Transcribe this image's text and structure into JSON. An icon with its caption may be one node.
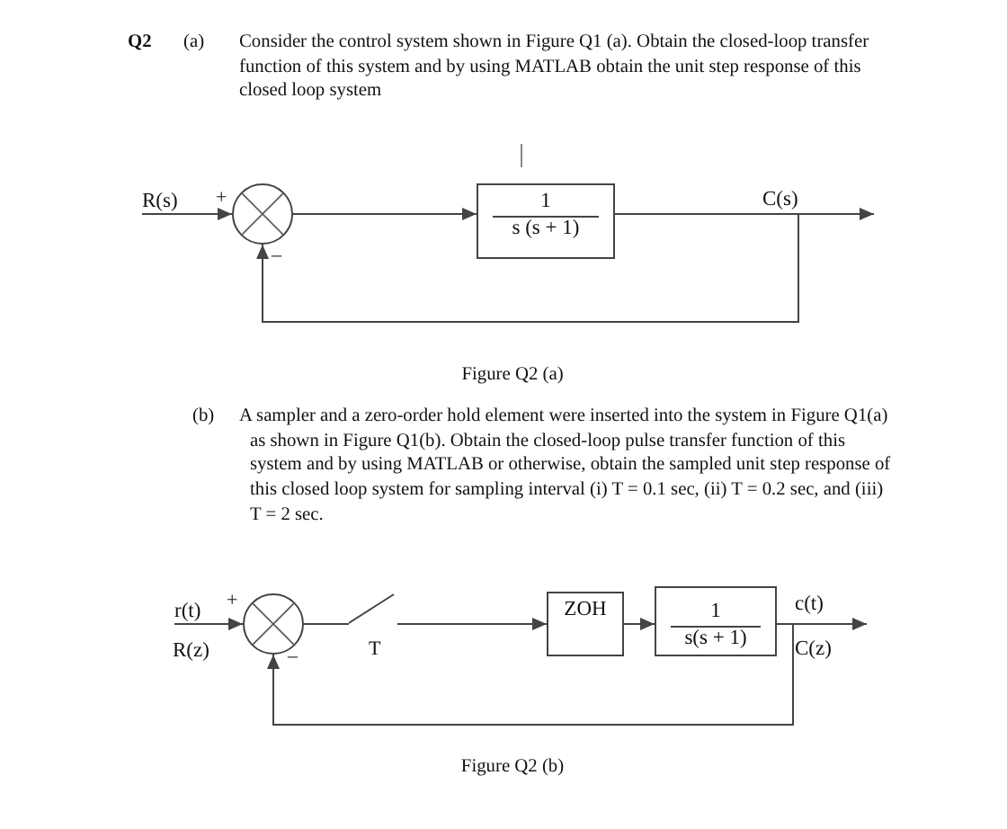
{
  "diagram": {
    "nodes": [
      {
        "text": [
          "R(s)"
        ]
      },
      {
        "text": [],
        "shape": "circle",
        "beside": [
          "+",
          "–"
        ]
      },
      {
        "text": [
          "1",
          "s (s + 1)"
        ]
      },
      {
        "text": [
          "r(t)"
        ]
      },
      {
        "text": [],
        "shape": "circle",
        "beside": [
          "+",
          "–"
        ]
      },
      {
        "text": [],
        "shape": "switch",
        "beside": [
          "T"
        ]
      },
      {
        "text": [
          "ZOH"
        ]
      },
      {
        "text": [
          "1",
          "s(s + 1)"
        ]
      }
    ],
    "edges": [
      {
        "from": 0,
        "to": 1,
        "arrow": "to"
      },
      {
        "from": 1,
        "to": 2,
        "arrow": "to"
      },
      {
        "from": 2,
        "to": null,
        "arrow": "to",
        "label": "C(s)"
      },
      {
        "from": 2,
        "to": 1,
        "arrow": "to"
      },
      {
        "from": 3,
        "to": 4,
        "arrow": "to"
      },
      {
        "from": 4,
        "to": 5,
        "arrow": "none"
      },
      {
        "from": 5,
        "to": 6,
        "arrow": "to"
      },
      {
        "from": 6,
        "to": 7,
        "arrow": "to"
      },
      {
        "from": 7,
        "to": null,
        "arrow": "to",
        "label": "c(t)"
      },
      {
        "from": 7,
        "to": 4,
        "arrow": "to"
      }
    ],
    "labels": [
      "Q2",
      "(a)",
      "Consider the control system shown in Figure Q1 (a). Obtain the closed-loop transfer function of this system and by using MATLAB obtain the unit step response of this closed loop system",
      "Figure Q2 (a)",
      "(b)",
      "A sampler and a zero-order hold element were inserted into the system in Figure Q1(a) as shown in Figure Q1(b). Obtain the closed-loop pulse transfer function of this system and by using MATLAB or otherwise, obtain the sampled unit step response of this closed loop system for sampling interval (i) T = 0.1 sec, (ii) T = 0.2 sec, and (iii) T = 2 sec.",
      "R(z)",
      "C(z)",
      "Figure Q2 (b)"
    ]
  }
}
